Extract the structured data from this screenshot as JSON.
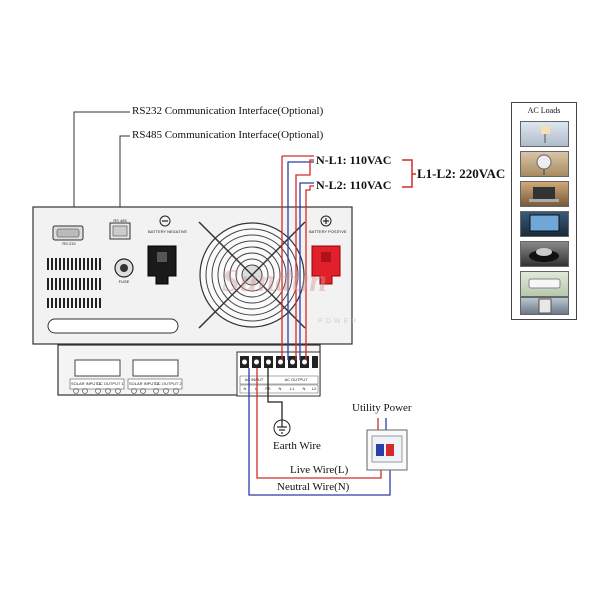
{
  "labels": {
    "rs232_interface": "RS232 Communication Interface(Optional)",
    "rs485_interface": "RS485 Communication Interface(Optional)",
    "n_l1": "N-L1: 110VAC",
    "n_l2": "N-L2: 110VAC",
    "l1_l2": "L1-L2: 220VAC",
    "utility_power": "Utility Power",
    "earth_wire": "Earth Wire",
    "live_wire": "Live Wire(L)",
    "neutral_wire": "Neutral Wire(N)"
  },
  "inverter_panel": {
    "rs232_port": "RS 232",
    "rs485_port": "RS 485",
    "battery_negative": "BATTERY NEGATIVE",
    "battery_positive": "BATTERY POSITIVE",
    "fuse": "FUSE",
    "terminal_labels": [
      "AC INPUT",
      "AC OUTPUT"
    ],
    "terminal_sublabels": [
      "N",
      "L",
      "PE",
      "N",
      "L1",
      "N",
      "L2"
    ],
    "lower_ports": [
      "SOLAR INPUT 1",
      "DC OUTPUT 1",
      "SOLAR INPUT 2",
      "DC OUTPUT 2"
    ]
  },
  "ac_loads": {
    "title": "AC Loads",
    "items": [
      "lamp",
      "fan",
      "laptop",
      "television",
      "induction-cooker",
      "air-conditioner",
      "refrigerator"
    ]
  },
  "watermark": {
    "brand": "Sundun",
    "sub": "POWER"
  },
  "colors": {
    "live": "#d42a2a",
    "neutral": "#2a3fa8",
    "earth": "#222222",
    "bracket": "#d42a2a"
  }
}
